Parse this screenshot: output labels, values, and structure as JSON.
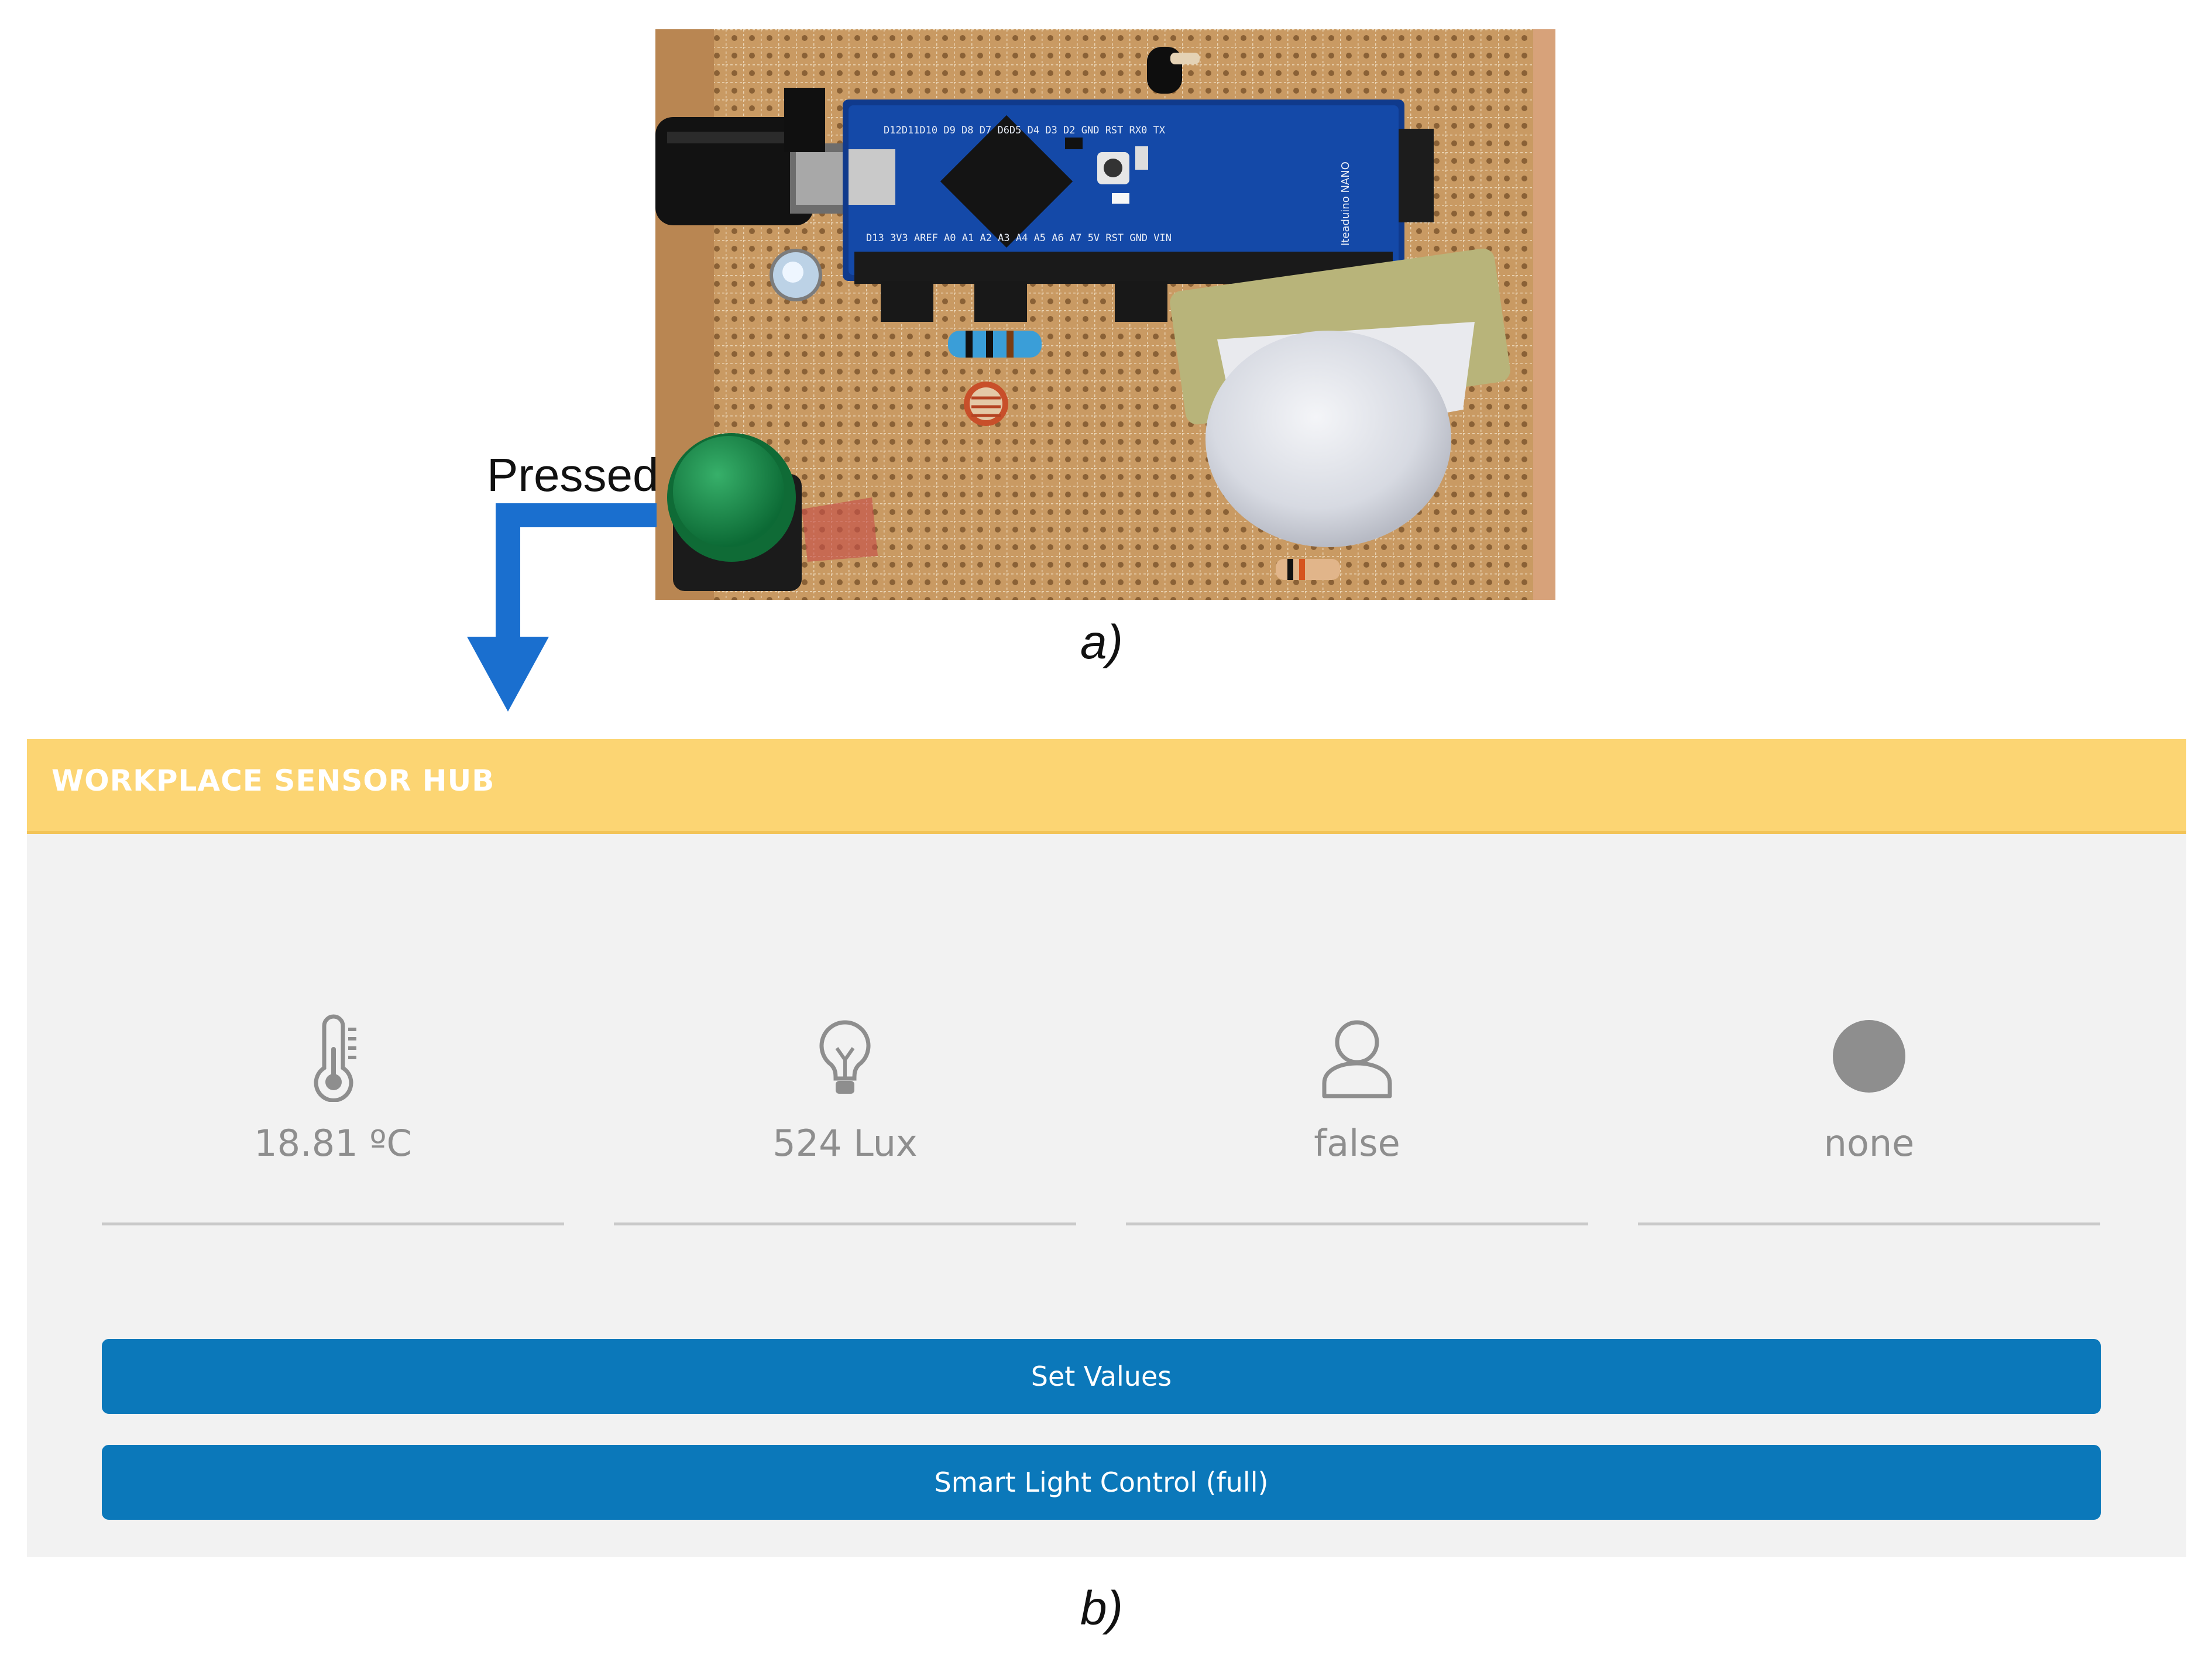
{
  "figure": {
    "panel_a": {
      "caption": "a)",
      "annotation": "Pressed",
      "arrow_color": "#1a6fcf",
      "board_labels": {
        "top_pins": "D12D11D10 D9  D8 D7 D6D5  D4  D3  D2  GND RST RX0 TX",
        "bottom_pins": "D13 3V3 AREF A0  A1  A2  A3  A4  A5  A6  A7  5V RST GND VIN",
        "side_label": "Iteaduino NANO"
      }
    },
    "panel_b": {
      "caption": "b)"
    }
  },
  "hub": {
    "title": "WORKPLACE SENSOR HUB",
    "header_color": "#fcd573",
    "tiles": [
      {
        "icon": "thermometer-icon",
        "value": "18.81 ºC"
      },
      {
        "icon": "lightbulb-icon",
        "value": "524 Lux"
      },
      {
        "icon": "person-icon",
        "value": "false"
      },
      {
        "icon": "status-dot-icon",
        "value": "none"
      }
    ],
    "buttons": {
      "set_values": "Set Values",
      "smart_light": "Smart Light Control (full)"
    },
    "button_color": "#0b78ba"
  }
}
